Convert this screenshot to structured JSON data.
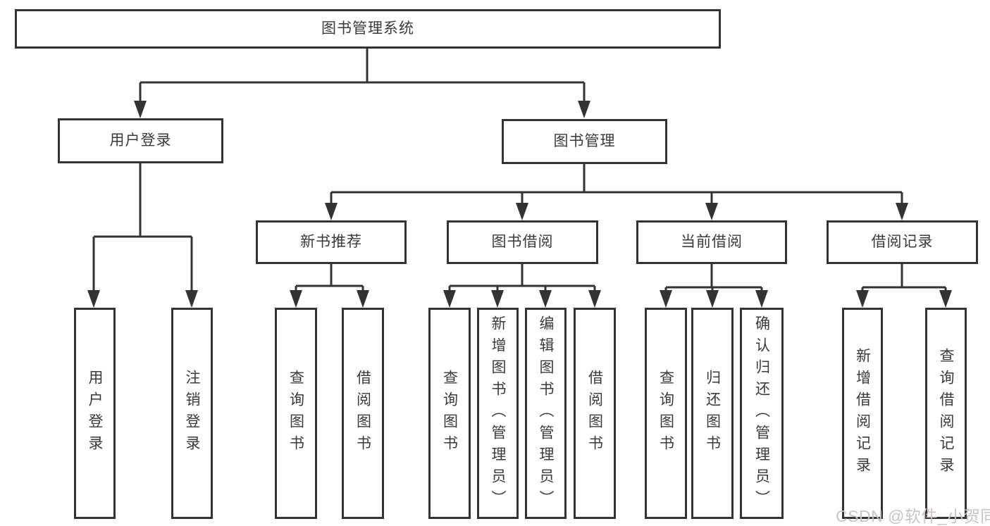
{
  "diagram": {
    "watermark": "CSDN @软件_小贺同学",
    "colors": {
      "line": "#333333",
      "text": "#3a3a3a",
      "background": "#ffffff",
      "watermark": "#cbc2c2"
    },
    "tree": {
      "label": "图书管理系统",
      "children": [
        {
          "label": "用户登录",
          "children": [
            {
              "label": "用户登录"
            },
            {
              "label": "注销登录"
            }
          ]
        },
        {
          "label": "图书管理",
          "children": [
            {
              "label": "新书推荐",
              "children": [
                {
                  "label": "查询图书"
                },
                {
                  "label": "借阅图书"
                }
              ]
            },
            {
              "label": "图书借阅",
              "children": [
                {
                  "label": "查询图书"
                },
                {
                  "label": "新增图书（管理员）"
                },
                {
                  "label": "编辑图书（管理员）"
                },
                {
                  "label": "借阅图书"
                }
              ]
            },
            {
              "label": "当前借阅",
              "children": [
                {
                  "label": "查询图书"
                },
                {
                  "label": "归还图书"
                },
                {
                  "label": "确认归还（管理员）"
                }
              ]
            },
            {
              "label": "借阅记录",
              "children": [
                {
                  "label": "新增借阅记录"
                },
                {
                  "label": "查询借阅记录"
                }
              ]
            }
          ]
        }
      ]
    }
  }
}
